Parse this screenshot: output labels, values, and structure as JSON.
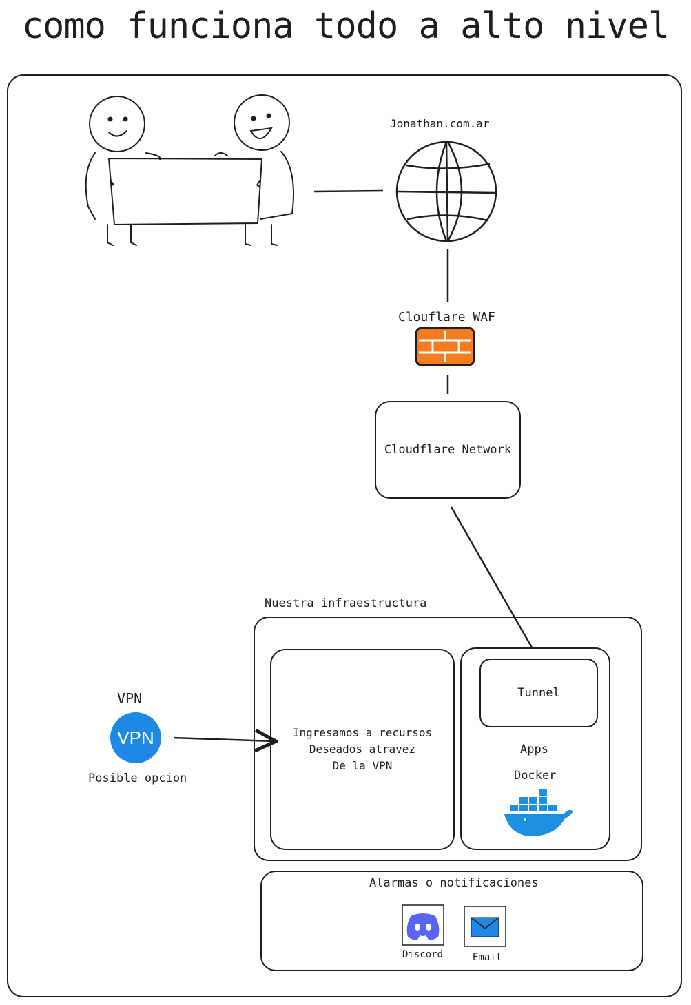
{
  "title": "como funciona todo a alto nivel",
  "site": {
    "label": "Jonathan.com.ar"
  },
  "waf": {
    "label": "Clouflare WAF",
    "icon": "brick-firewall-icon",
    "color": "#f57c1f"
  },
  "cloudflare_network": {
    "label": "Cloudflare Network"
  },
  "infra": {
    "label": "Nuestra infraestructura",
    "resources_text": [
      "Ingresamos a recursos",
      "Deseados atravez",
      "De la VPN"
    ],
    "tunnel_label": "Tunnel",
    "apps_label": "Apps",
    "docker_label": "Docker",
    "docker_color": "#1d8fe0"
  },
  "vpn": {
    "label": "VPN",
    "badge_text": "VPN",
    "caption": "Posible opcion",
    "color": "#1e88e5"
  },
  "alarms": {
    "label": "Alarmas o notificaciones",
    "items": [
      {
        "label": "Discord",
        "icon": "discord-icon",
        "color": "#5865f2"
      },
      {
        "label": "Email",
        "icon": "email-icon",
        "color": "#1e88e5"
      }
    ]
  }
}
